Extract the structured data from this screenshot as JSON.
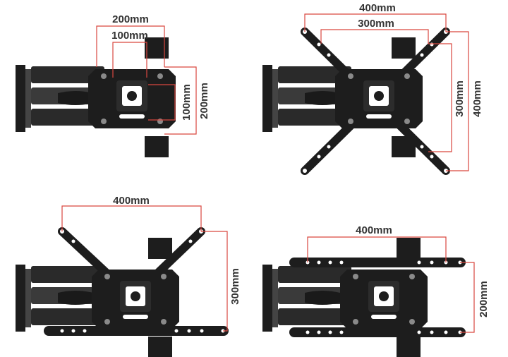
{
  "panels": [
    {
      "config": "standard-plate",
      "dimensions": {
        "outer_width": "200mm",
        "inner_width": "100mm",
        "inner_height": "100mm",
        "outer_height": "200mm"
      }
    },
    {
      "config": "x-arms",
      "dimensions": {
        "outer_width": "400mm",
        "inner_width": "300mm",
        "inner_height": "300mm",
        "outer_height": "400mm"
      }
    },
    {
      "config": "v-arms-with-bottom-bar",
      "dimensions": {
        "width": "400mm",
        "height": "300mm"
      }
    },
    {
      "config": "two-horizontal-bars",
      "dimensions": {
        "width": "400mm",
        "height": "200mm"
      }
    }
  ],
  "colors": {
    "dimension_line": "#d9473f",
    "mount_metal": "#1d1d1d",
    "label_text": "#333333"
  }
}
